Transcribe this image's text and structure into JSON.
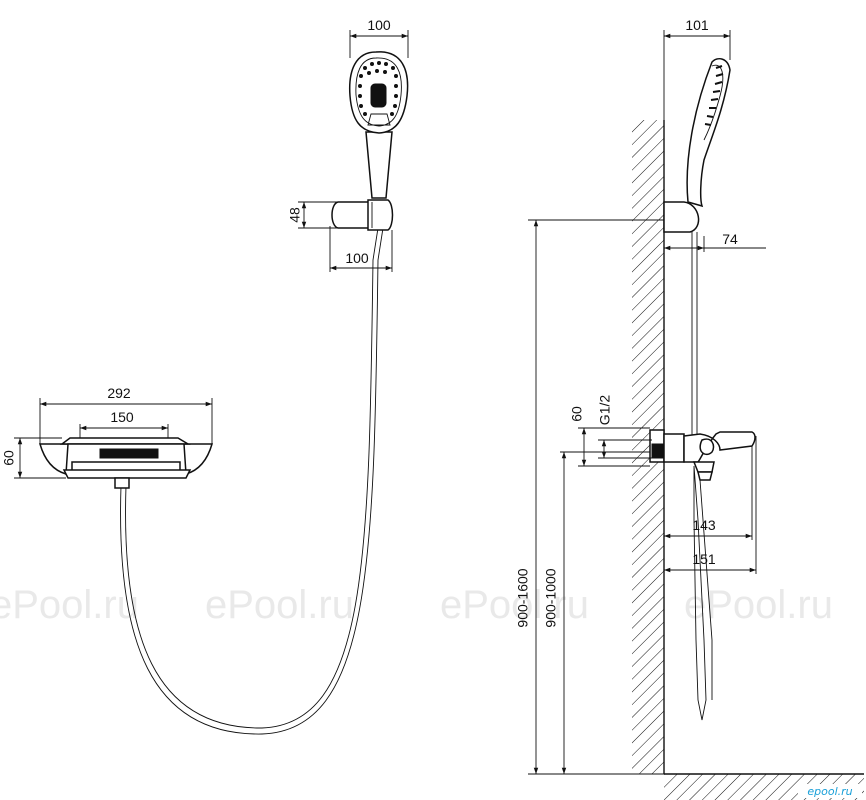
{
  "watermarks": [
    "ePool.ru",
    "ePool.ru",
    "ePool.ru",
    "ePool.ru"
  ],
  "logo_text": "epool.ru",
  "colors": {
    "line": "#111111",
    "watermark": "#e9e9e9",
    "logo": "#1aa0d8"
  },
  "front_view": {
    "handshower_width": "100",
    "holder_height": "48",
    "holder_width": "100",
    "spout_width": "292",
    "tray_width": "150",
    "spout_height": "60"
  },
  "side_view": {
    "handshower_depth": "101",
    "holder_offset": "74",
    "spout_height": "60",
    "thread": "G1/2",
    "spout_projection": "143",
    "total_projection": "151",
    "holder_mount_height": "900-1600",
    "spout_mount_height": "900-1000"
  }
}
